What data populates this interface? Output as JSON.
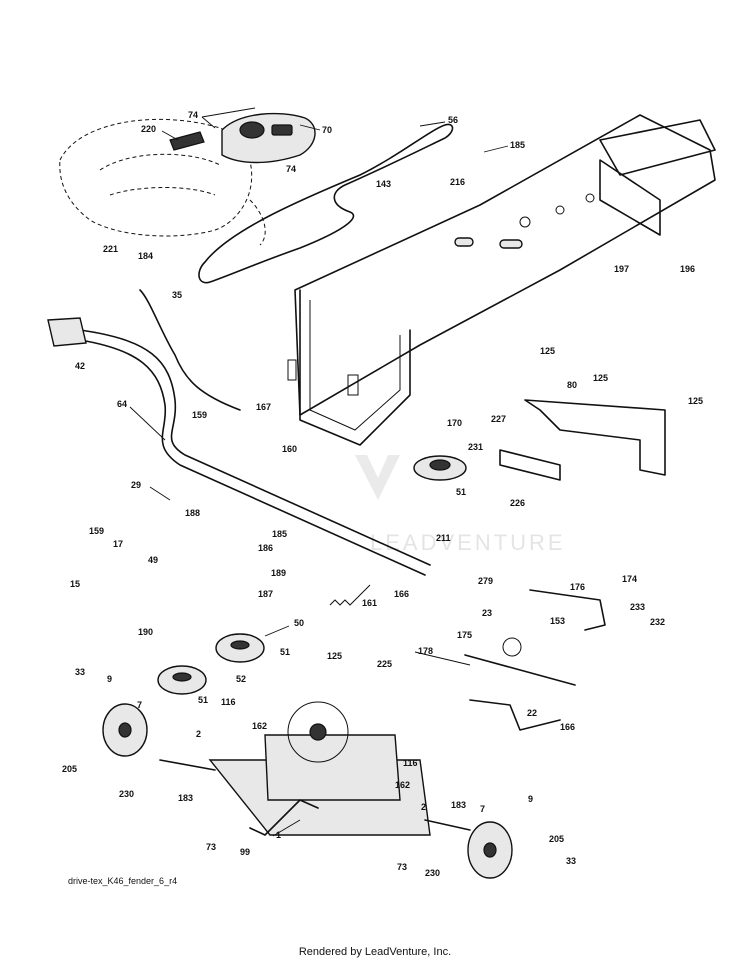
{
  "diagram": {
    "callouts": [
      "74",
      "220",
      "70",
      "74",
      "56",
      "185",
      "143",
      "216",
      "221",
      "184",
      "35",
      "42",
      "197",
      "196",
      "64",
      "159",
      "167",
      "160",
      "125",
      "80",
      "125",
      "125",
      "170",
      "227",
      "231",
      "29",
      "188",
      "185",
      "186",
      "51",
      "226",
      "211",
      "159",
      "17",
      "15",
      "49",
      "189",
      "187",
      "166",
      "161",
      "279",
      "176",
      "174",
      "23",
      "233",
      "153",
      "232",
      "50",
      "190",
      "175",
      "178",
      "125",
      "225",
      "51",
      "33",
      "9",
      "7",
      "52",
      "51",
      "116",
      "162",
      "2",
      "22",
      "166",
      "205",
      "230",
      "183",
      "116",
      "162",
      "2",
      "183",
      "7",
      "9",
      "73",
      "1",
      "99",
      "205",
      "73",
      "230",
      "33"
    ],
    "watermark_text": "LEADVENTURE"
  },
  "caption": "drive-tex_K46_fender_6_r4",
  "footer": "Rendered by LeadVenture, Inc."
}
